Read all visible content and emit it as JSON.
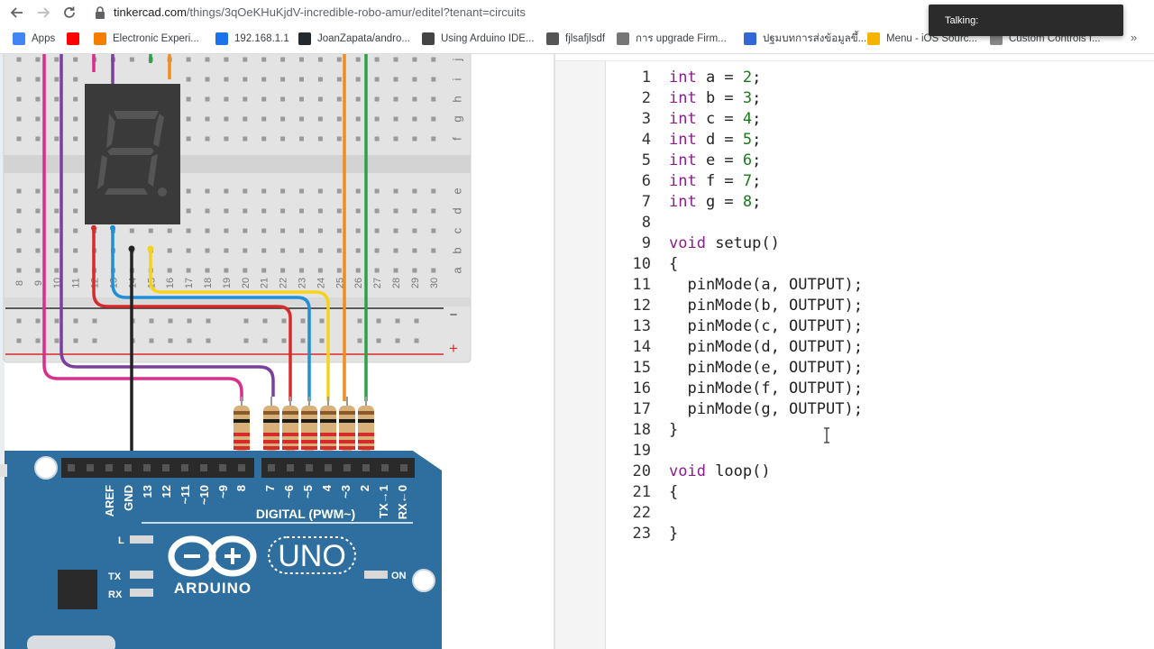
{
  "browser": {
    "url_host": "tinkercad.com",
    "url_path": "/things/3qOeKHuKjdV-incredible-robo-amur/editel?tenant=circuits",
    "bookmarks": [
      {
        "label": "Apps",
        "icon": "apps-grid-icon",
        "color": "#4285f4"
      },
      {
        "label": "",
        "icon": "youtube-icon",
        "color": "#ff0000"
      },
      {
        "label": "Electronic Experi...",
        "icon": "blogger-icon",
        "color": "#f57d00"
      },
      {
        "label": "192.168.1.1",
        "icon": "wifi-icon",
        "color": "#1a73e8"
      },
      {
        "label": "JoanZapata/andro...",
        "icon": "github-icon",
        "color": "#24292e"
      },
      {
        "label": "Using Arduino IDE...",
        "icon": "gear-star-icon",
        "color": "#444444"
      },
      {
        "label": "fjlsafjlsdf",
        "icon": "globe-icon",
        "color": "#555555"
      },
      {
        "label": "การ upgrade Firm...",
        "icon": "page-icon",
        "color": "#777777"
      },
      {
        "label": "ปฐมบทการส่งข้อมูลขึ้...",
        "icon": "shield-icon",
        "color": "#3367d6"
      },
      {
        "label": "Menu - iOS Sourc...",
        "icon": "handshake-icon",
        "color": "#f4b400"
      },
      {
        "label": "Custom Controls f...",
        "icon": "pin-icon",
        "color": "#888888"
      }
    ],
    "bookmarks_more": "»",
    "talking_popup": "Talking:"
  },
  "breadboard": {
    "row_letters": [
      "j",
      "i",
      "h",
      "g",
      "f",
      "e",
      "d",
      "c",
      "b",
      "a"
    ],
    "column_numbers": [
      "8",
      "9",
      "10",
      "11",
      "12",
      "13",
      "14",
      "15",
      "16",
      "17",
      "18",
      "19",
      "20",
      "21",
      "22",
      "23",
      "24",
      "25",
      "26",
      "27",
      "28",
      "29",
      "30"
    ],
    "rail_minus": "−",
    "rail_plus": "+"
  },
  "arduino": {
    "pin_labels": [
      "AREF",
      "GND",
      "13",
      "12",
      "~11",
      "~10",
      "~9",
      "8",
      "7",
      "~6",
      "~5",
      "4",
      "~3",
      "2",
      "TX→1",
      "RX←0"
    ],
    "digital_label": "DIGITAL (PWM~)",
    "brand": "ARDUINO",
    "model": "UNO",
    "led_l": "L",
    "led_tx": "TX",
    "led_rx": "RX",
    "led_on": "ON",
    "board_color": "#2f6fa0"
  },
  "seven_segment": {
    "shows_digit": "8"
  },
  "code_lines": [
    {
      "n": "1",
      "parts": [
        [
          "kw",
          "int"
        ],
        [
          "",
          " a = "
        ],
        [
          "num",
          "2"
        ],
        [
          "",
          ";"
        ]
      ]
    },
    {
      "n": "2",
      "parts": [
        [
          "kw",
          "int"
        ],
        [
          "",
          " b = "
        ],
        [
          "num",
          "3"
        ],
        [
          "",
          ";"
        ]
      ]
    },
    {
      "n": "3",
      "parts": [
        [
          "kw",
          "int"
        ],
        [
          "",
          " c = "
        ],
        [
          "num",
          "4"
        ],
        [
          "",
          ";"
        ]
      ]
    },
    {
      "n": "4",
      "parts": [
        [
          "kw",
          "int"
        ],
        [
          "",
          " d = "
        ],
        [
          "num",
          "5"
        ],
        [
          "",
          ";"
        ]
      ]
    },
    {
      "n": "5",
      "parts": [
        [
          "kw",
          "int"
        ],
        [
          "",
          " e = "
        ],
        [
          "num",
          "6"
        ],
        [
          "",
          ";"
        ]
      ]
    },
    {
      "n": "6",
      "parts": [
        [
          "kw",
          "int"
        ],
        [
          "",
          " f = "
        ],
        [
          "num",
          "7"
        ],
        [
          "",
          ";"
        ]
      ]
    },
    {
      "n": "7",
      "parts": [
        [
          "kw",
          "int"
        ],
        [
          "",
          " g = "
        ],
        [
          "num",
          "8"
        ],
        [
          "",
          ";"
        ]
      ]
    },
    {
      "n": "8",
      "parts": []
    },
    {
      "n": "9",
      "parts": [
        [
          "kw",
          "void"
        ],
        [
          "",
          " setup()"
        ]
      ]
    },
    {
      "n": "10",
      "parts": [
        [
          "",
          "{"
        ]
      ]
    },
    {
      "n": "11",
      "parts": [
        [
          "",
          "  pinMode(a, OUTPUT);"
        ]
      ]
    },
    {
      "n": "12",
      "parts": [
        [
          "",
          "  pinMode(b, OUTPUT);"
        ]
      ]
    },
    {
      "n": "13",
      "parts": [
        [
          "",
          "  pinMode(c, OUTPUT);"
        ]
      ]
    },
    {
      "n": "14",
      "parts": [
        [
          "",
          "  pinMode(d, OUTPUT);"
        ]
      ]
    },
    {
      "n": "15",
      "parts": [
        [
          "",
          "  pinMode(e, OUTPUT);"
        ]
      ]
    },
    {
      "n": "16",
      "parts": [
        [
          "",
          "  pinMode(f, OUTPUT);"
        ]
      ]
    },
    {
      "n": "17",
      "parts": [
        [
          "",
          "  pinMode(g, OUTPUT);"
        ]
      ]
    },
    {
      "n": "18",
      "parts": [
        [
          "",
          "}"
        ]
      ]
    },
    {
      "n": "19",
      "parts": []
    },
    {
      "n": "20",
      "parts": [
        [
          "kw",
          "void"
        ],
        [
          "",
          " loop()"
        ]
      ]
    },
    {
      "n": "21",
      "parts": [
        [
          "",
          "{"
        ]
      ]
    },
    {
      "n": "22",
      "parts": []
    },
    {
      "n": "23",
      "parts": [
        [
          "",
          "}"
        ]
      ]
    }
  ]
}
